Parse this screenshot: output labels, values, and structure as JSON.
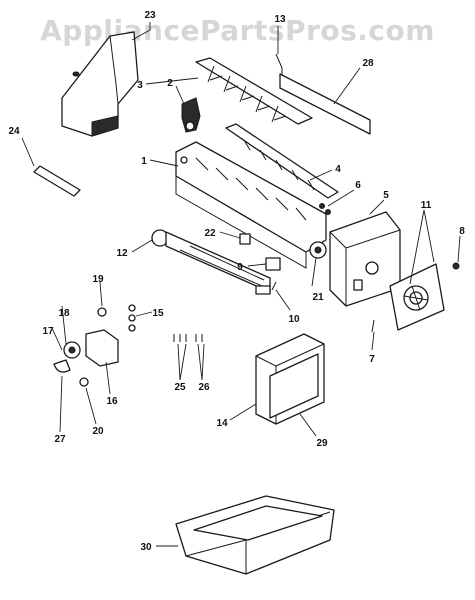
{
  "watermark": "AppliancePartsPros.com",
  "callouts": {
    "c1": "1",
    "c2": "2",
    "c3": "3",
    "c4": "4",
    "c5": "5",
    "c6": "6",
    "c7": "7",
    "c8": "8",
    "c9": "9",
    "c10": "10",
    "c11": "11",
    "c12": "12",
    "c13": "13",
    "c14": "14",
    "c15": "15",
    "c16": "16",
    "c17": "17",
    "c18": "18",
    "c19": "19",
    "c20": "20",
    "c21": "21",
    "c22": "22",
    "c23": "23",
    "c24": "24",
    "c25": "25",
    "c26": "26",
    "c27": "27",
    "c28": "28",
    "c29": "29",
    "c30": "30"
  },
  "colors": {
    "ink": "#1a1a1a",
    "watermark": "#d6d6d6",
    "background": "#ffffff"
  }
}
